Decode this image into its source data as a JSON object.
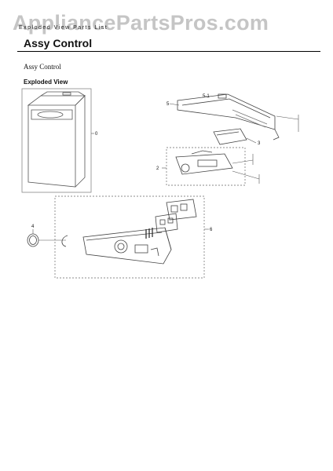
{
  "watermark": "AppliancePartsPros.com",
  "header_small": "Exploded View Parts List",
  "title": "Assy Control",
  "subtitle": "Assy Control",
  "section_heading": "Exploded View",
  "callouts": [
    "0",
    "1",
    "5-1",
    "5",
    "3",
    "2",
    "4",
    "6"
  ]
}
